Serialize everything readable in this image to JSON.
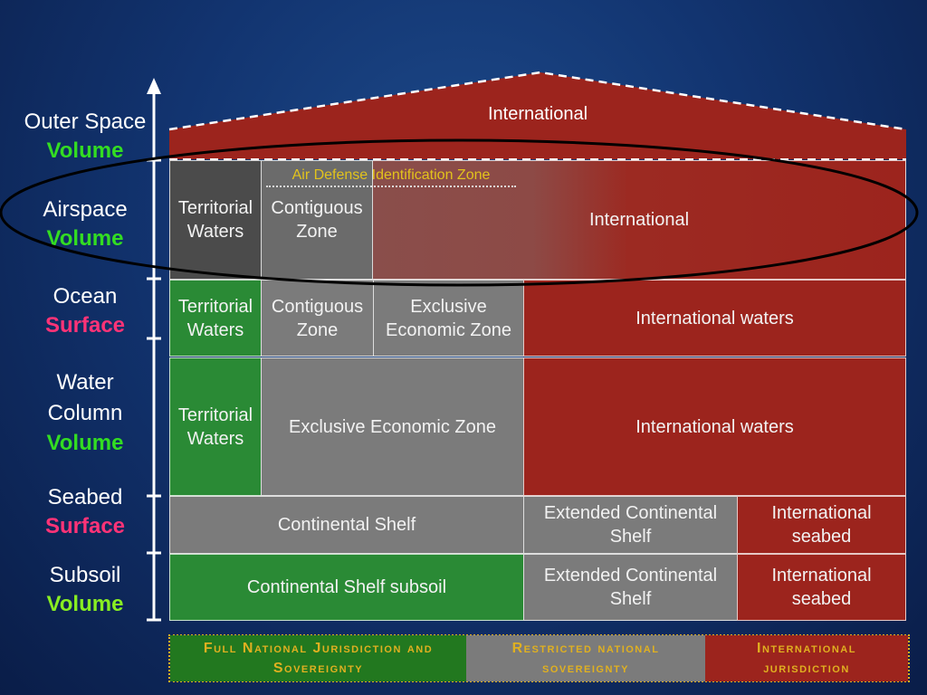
{
  "layers": [
    {
      "name": "Outer Space",
      "kind": "Volume"
    },
    {
      "name": "Airspace",
      "kind": "Volume"
    },
    {
      "name": "Ocean",
      "kind": "Surface"
    },
    {
      "name": "Water Column",
      "kind": "Volume"
    },
    {
      "name": "Seabed",
      "kind": "Surface"
    },
    {
      "name": "Subsoil",
      "kind": "Volume"
    }
  ],
  "outer_space": {
    "label": "International"
  },
  "airspace": {
    "territorial": "Territorial Waters",
    "contiguous": "Contiguous Zone",
    "international": "International",
    "adiz": "Air Defense Identification Zone"
  },
  "ocean": {
    "territorial": "Territorial Waters",
    "contiguous": "Contiguous Zone",
    "eez": "Exclusive Economic Zone",
    "international": "International waters"
  },
  "water_column": {
    "territorial": "Territorial Waters",
    "eez": "Exclusive Economic Zone",
    "international": "International waters"
  },
  "seabed": {
    "shelf": "Continental Shelf",
    "extended": "Extended Continental Shelf",
    "international": "International seabed"
  },
  "subsoil": {
    "shelf": "Continental Shelf subsoil",
    "extended": "Extended Continental Shelf",
    "international": "International seabed"
  },
  "legend": {
    "full": "Full National Jurisdiction and Sovereignty",
    "restricted": "Restricted national sovereignty",
    "international": "International jurisdiction"
  },
  "colors": {
    "volume": "#33dd22",
    "surface": "#ff3377",
    "national": "#2a8a35",
    "restricted": "#7b7b7b",
    "international": "#9c241d"
  }
}
